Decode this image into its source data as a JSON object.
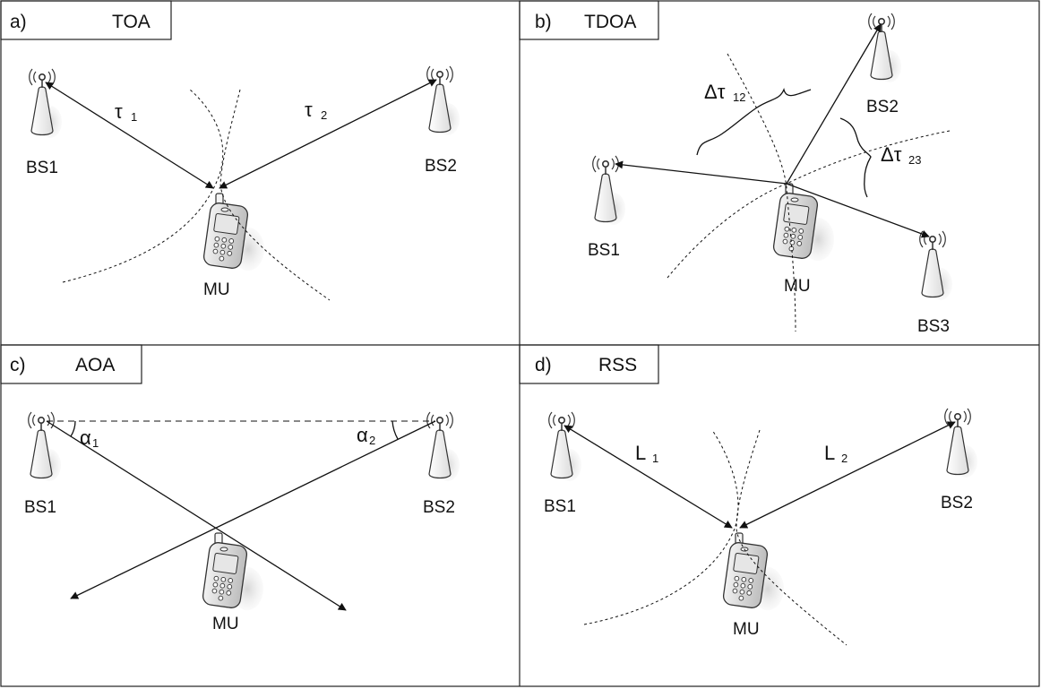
{
  "panels": {
    "a": {
      "tag": "a)",
      "method": "TOA",
      "bs1": "BS1",
      "bs2": "BS2",
      "mu": "MU",
      "tau1_symbol": "τ",
      "tau1_index": "1",
      "tau2_symbol": "τ",
      "tau2_index": "2"
    },
    "b": {
      "tag": "b)",
      "method": "TDOA",
      "bs1": "BS1",
      "bs2": "BS2",
      "bs3": "BS3",
      "mu": "MU",
      "dtau12_symbol": "Δτ",
      "dtau12_index": "12",
      "dtau23_symbol": "Δτ",
      "dtau23_index": "23"
    },
    "c": {
      "tag": "c)",
      "method": "AOA",
      "bs1": "BS1",
      "bs2": "BS2",
      "mu": "MU",
      "alpha1_symbol": "α",
      "alpha1_index": "1",
      "alpha2_symbol": "α",
      "alpha2_index": "2"
    },
    "d": {
      "tag": "d)",
      "method": "RSS",
      "bs1": "BS1",
      "bs2": "BS2",
      "mu": "MU",
      "l1_symbol": "L",
      "l1_index": "1",
      "l2_symbol": "L",
      "l2_index": "2"
    }
  }
}
